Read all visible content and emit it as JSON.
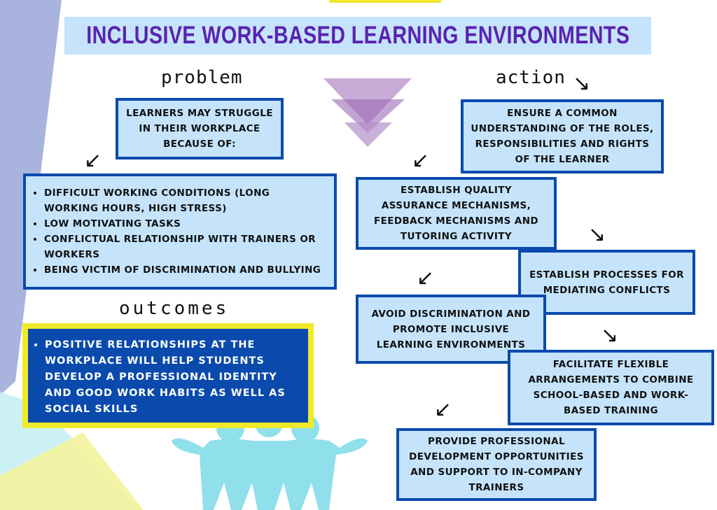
{
  "title": "INCLUSIVE WORK-BASED LEARNING ENVIRONMENTS",
  "labels": {
    "problem": "problem",
    "action": "action",
    "outcomes": "outcomes"
  },
  "problem": {
    "intro": "LEARNERS MAY STRUGGLE IN THEIR WORKPLACE BECAUSE OF:",
    "causes": [
      "DIFFICULT WORKING CONDITIONS (LONG WORKING HOURS, HIGH STRESS)",
      "LOW MOTIVATING TASKS",
      "CONFLICTUAL RELATIONSHIP WITH TRAINERS OR WORKERS",
      "BEING VICTIM OF DISCRIMINATION AND BULLYING"
    ]
  },
  "outcomes": [
    "POSITIVE RELATIONSHIPS AT THE WORKPLACE WILL HELP STUDENTS DEVELOP A PROFESSIONAL IDENTITY AND GOOD WORK HABITS AS WELL AS SOCIAL SKILLS"
  ],
  "actions": [
    "ENSURE A COMMON UNDERSTANDING OF THE ROLES, RESPONSIBILITIES AND RIGHTS OF THE LEARNER",
    "ESTABLISH QUALITY ASSURANCE MECHANISMS, FEEDBACK MECHANISMS AND TUTORING ACTIVITY",
    "ESTABLISH PROCESSES FOR MEDIATING CONFLICTS",
    "AVOID DISCRIMINATION AND PROMOTE INCLUSIVE LEARNING ENVIRONMENTS",
    "FACILITATE FLEXIBLE ARRANGEMENTS TO COMBINE SCHOOL-BASED AND WORK-BASED TRAINING",
    "PROVIDE PROFESSIONAL DEVELOPMENT OPPORTUNITIES AND SUPPORT TO IN-COMPANY TRAINERS"
  ],
  "colors": {
    "title": "#5a22b0",
    "box_fill": "#c5e4fb",
    "box_border": "#0a4aad",
    "outcome_fill": "#0a4aad",
    "outcome_border": "#f0ea2a",
    "people": "#8fe0ea"
  }
}
